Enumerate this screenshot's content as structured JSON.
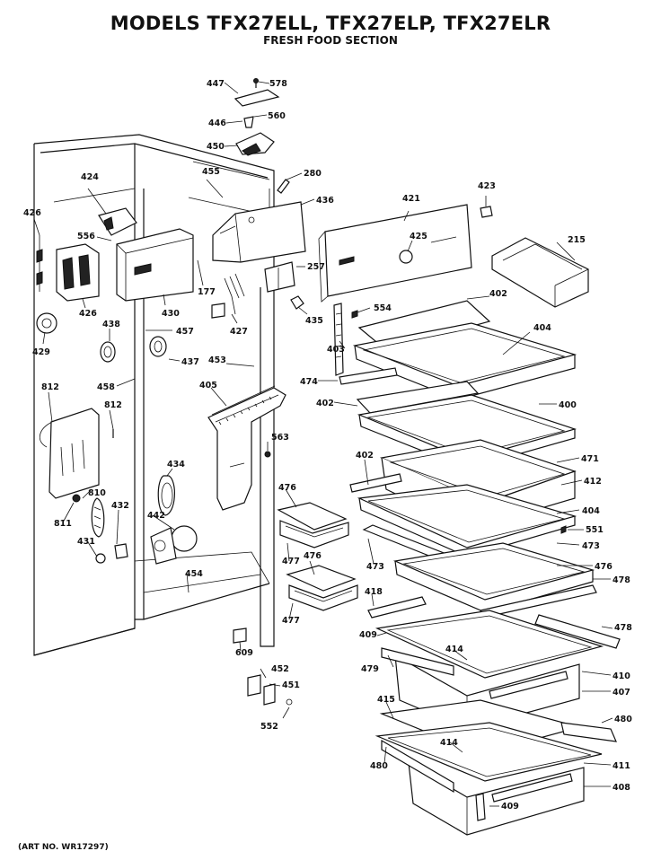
{
  "title": "MODELS TFX27ELL, TFX27ELP, TFX27ELR",
  "subtitle": "FRESH FOOD SECTION",
  "art_no": "(ART NO. WR17297)",
  "callouts": {
    "c447": "447",
    "c578": "578",
    "c446": "446",
    "c560": "560",
    "c450": "450",
    "c280": "280",
    "c455": "455",
    "c436": "436",
    "c421": "421",
    "c423": "423",
    "c424": "424",
    "c426a": "426",
    "c556": "556",
    "c257": "257",
    "c425": "425",
    "c215": "215",
    "c177": "177",
    "c426b": "426",
    "c430": "430",
    "c427": "427",
    "c435": "435",
    "c554": "554",
    "c402a": "402",
    "c438": "438",
    "c429": "429",
    "c457": "457",
    "c403": "403",
    "c404a": "404",
    "c437": "437",
    "c453": "453",
    "c474": "474",
    "c458": "458",
    "c405": "405",
    "c812a": "812",
    "c812b": "812",
    "c402b": "402",
    "c400": "400",
    "c563": "563",
    "c402c": "402",
    "c471": "471",
    "c434": "434",
    "c412": "412",
    "c476a": "476",
    "c810": "810",
    "c432": "432",
    "c442": "442",
    "c404b": "404",
    "c551": "551",
    "c811": "811",
    "c473a": "473",
    "c431": "431",
    "c477a": "477",
    "c476b": "476",
    "c473b": "473",
    "c476c": "476",
    "c478a": "478",
    "c454": "454",
    "c418": "418",
    "c477b": "477",
    "c478b": "478",
    "c609": "609",
    "c409a": "409",
    "c414a": "414",
    "c479": "479",
    "c410": "410",
    "c452": "452",
    "c451": "451",
    "c407": "407",
    "c552": "552",
    "c415": "415",
    "c480a": "480",
    "c414b": "414",
    "c480b": "480",
    "c411": "411",
    "c408": "408",
    "c409b": "409"
  }
}
